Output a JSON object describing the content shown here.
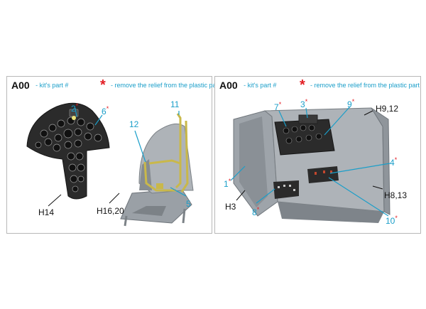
{
  "left_panel": {
    "code": "A00",
    "kits_part": "- kit's part #",
    "star": "*",
    "remove_note": "- remove the relief from the plastic part",
    "labels": {
      "p2": "2",
      "p6": "6",
      "p11": "11",
      "p12": "12",
      "p5": "5",
      "h14": "H14",
      "h16_20": "H16,20"
    }
  },
  "right_panel": {
    "code": "A00",
    "kits_part": "- kit's part #",
    "star": "*",
    "remove_note": "- remove the relief from the plastic part",
    "labels": {
      "p7": "7",
      "p3": "3",
      "p9": "9",
      "h9_12": "H9,12",
      "p4": "4",
      "p1": "1",
      "h3": "H3",
      "h8_13": "H8,13",
      "p8": "8",
      "p10": "10"
    }
  },
  "colors": {
    "accent": "#1a9ec9",
    "star_red": "#e31e24",
    "panel_gray": "#8e9499",
    "dark_panel": "#2a2a2a"
  }
}
